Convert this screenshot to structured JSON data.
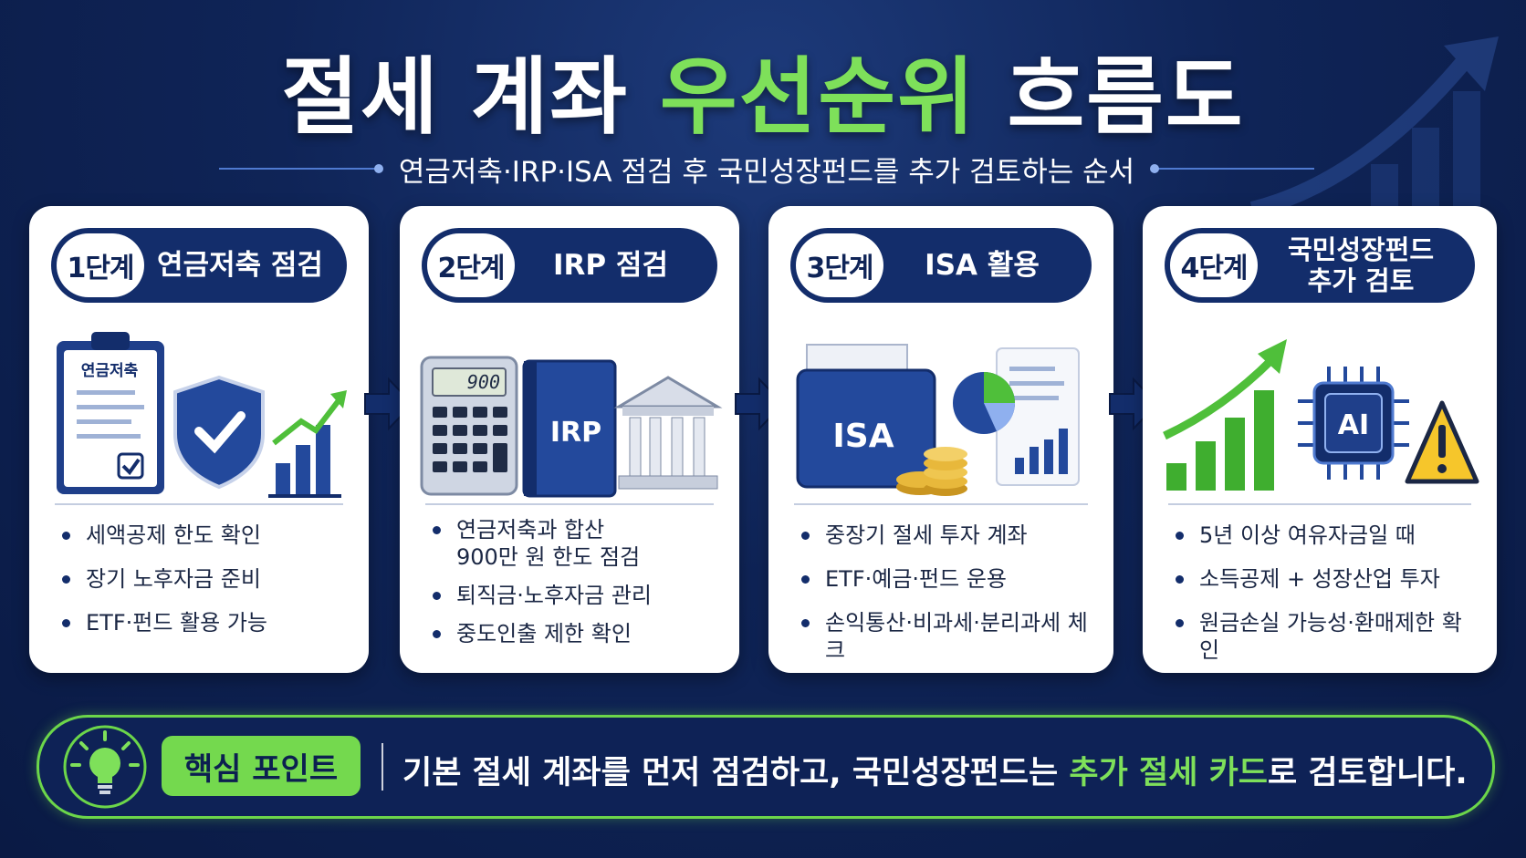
{
  "title": {
    "part1": "절세 계좌 ",
    "highlight": "우선순위",
    "part2": " 흐름도"
  },
  "subtitle": "연금저축·IRP·ISA 점검 후 국민성장펀드를 추가 검토하는 순서",
  "colors": {
    "navy": "#132d6b",
    "accent_green": "#7ee05a",
    "background": "#0f2457"
  },
  "steps": [
    {
      "badge": "1단계",
      "label": "연금저축 점검",
      "art_text": "연금저축",
      "icons": [
        "clipboard-icon",
        "shield-check-icon",
        "rising-bars-icon"
      ],
      "bullets": [
        "세액공제 한도 확인",
        "장기 노후자금 준비",
        "ETF·펀드 활용 가능"
      ]
    },
    {
      "badge": "2단계",
      "label": "IRP 점검",
      "calc_display": "900",
      "book_text": "IRP",
      "icons": [
        "calculator-icon",
        "book-icon",
        "bank-icon"
      ],
      "bullets": [
        "연금저축과 합산\n900만 원 한도 점검",
        "퇴직금·노후자금 관리",
        "중도인출 제한 확인"
      ]
    },
    {
      "badge": "3단계",
      "label": "ISA 활용",
      "folder_text": "ISA",
      "icons": [
        "folder-icon",
        "coins-icon",
        "pie-chart-icon",
        "report-icon"
      ],
      "bullets": [
        "중장기 절세 투자 계좌",
        "ETF·예금·펀드 운용",
        "손익통산·비과세·분리과세 체크"
      ]
    },
    {
      "badge": "4단계",
      "label": "국민성장펀드\n추가 검토",
      "chip_text": "AI",
      "icons": [
        "growth-chart-icon",
        "ai-chip-icon",
        "warning-icon"
      ],
      "bullets": [
        "5년 이상 여유자금일 때",
        "소득공제 + 성장산업 투자",
        "원금손실 가능성·환매제한 확인"
      ]
    }
  ],
  "key_point": {
    "label": "핵심 포인트",
    "text_before": "기본 절세 계좌를 먼저 점검하고, 국민성장펀드는 ",
    "text_highlight": "추가 절세 카드",
    "text_after": "로 검토합니다.",
    "icon": "lightbulb-icon"
  }
}
